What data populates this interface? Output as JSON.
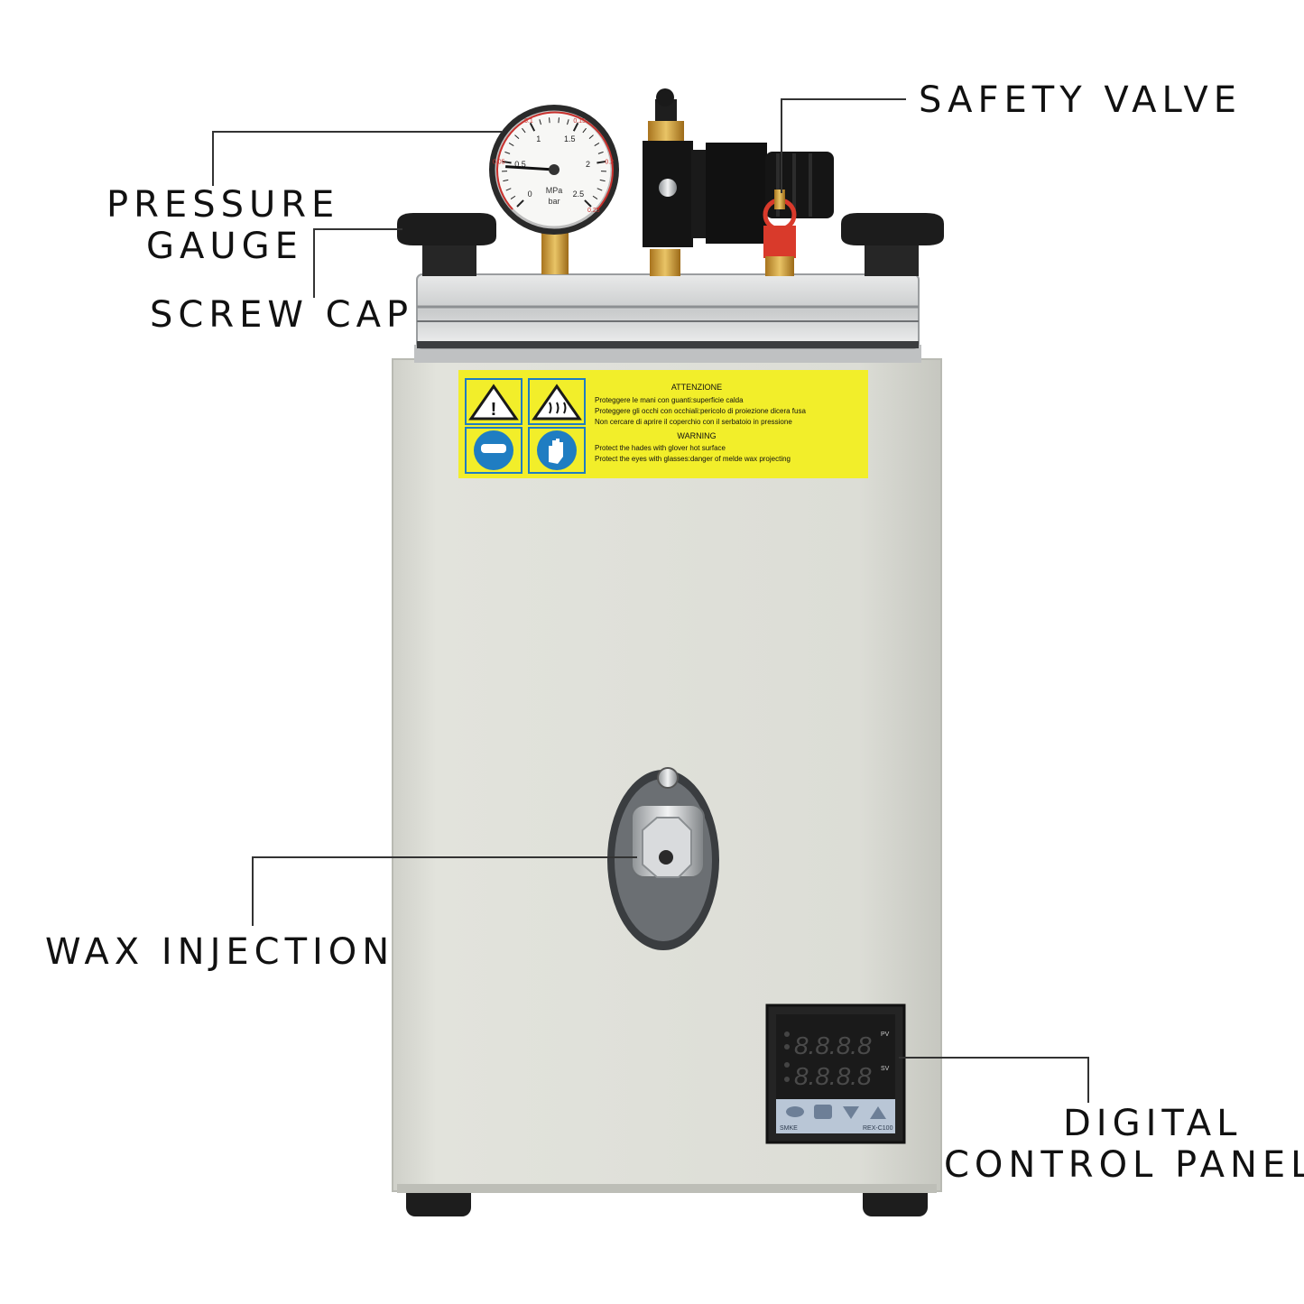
{
  "callouts": {
    "pressure_gauge": [
      "PRESSURE",
      "GAUGE"
    ],
    "screw_cap": "SCREW CAP",
    "safety_valve": "SAFETY VALVE",
    "wax_injection": "WAX INJECTION",
    "digital_control_panel": [
      "DIGITAL",
      "CONTROL PANEL"
    ]
  },
  "gauge": {
    "outer_scale": [
      "0.05",
      "0.1",
      "0.15",
      "0.2",
      "0.25"
    ],
    "inner_scale": [
      "0",
      "0.5",
      "1",
      "1.5",
      "2",
      "2.5"
    ],
    "units": [
      "MPa",
      "bar"
    ],
    "needle_value_bar": 0.45
  },
  "warning_label": {
    "title_it": "ATTENZIONE",
    "lines_it": [
      "Proteggere le mani con guanti:superficie calda",
      "Proteggere gli occhi con occhiali:pericolo di proiezione dicera fusa",
      "Non cercare di aprire il coperchio con il serbatoio in pressione"
    ],
    "title_en": "WARNING",
    "lines_en": [
      "Protect the hades with  glover hot surface",
      "Protect the eyes with glasses:danger of melde wax projecting"
    ]
  },
  "controller": {
    "pv_label": "PV",
    "sv_label": "SV",
    "pv_display": "8.8.8.8",
    "sv_display": "8.8.8.8",
    "brand": "SMKE",
    "model": "REX-C100"
  },
  "colors": {
    "body": "#dcddd6",
    "label_yellow": "#f2ee2a",
    "icon_blue": "#1f7dc2",
    "led_off": "#3a3a3a"
  }
}
